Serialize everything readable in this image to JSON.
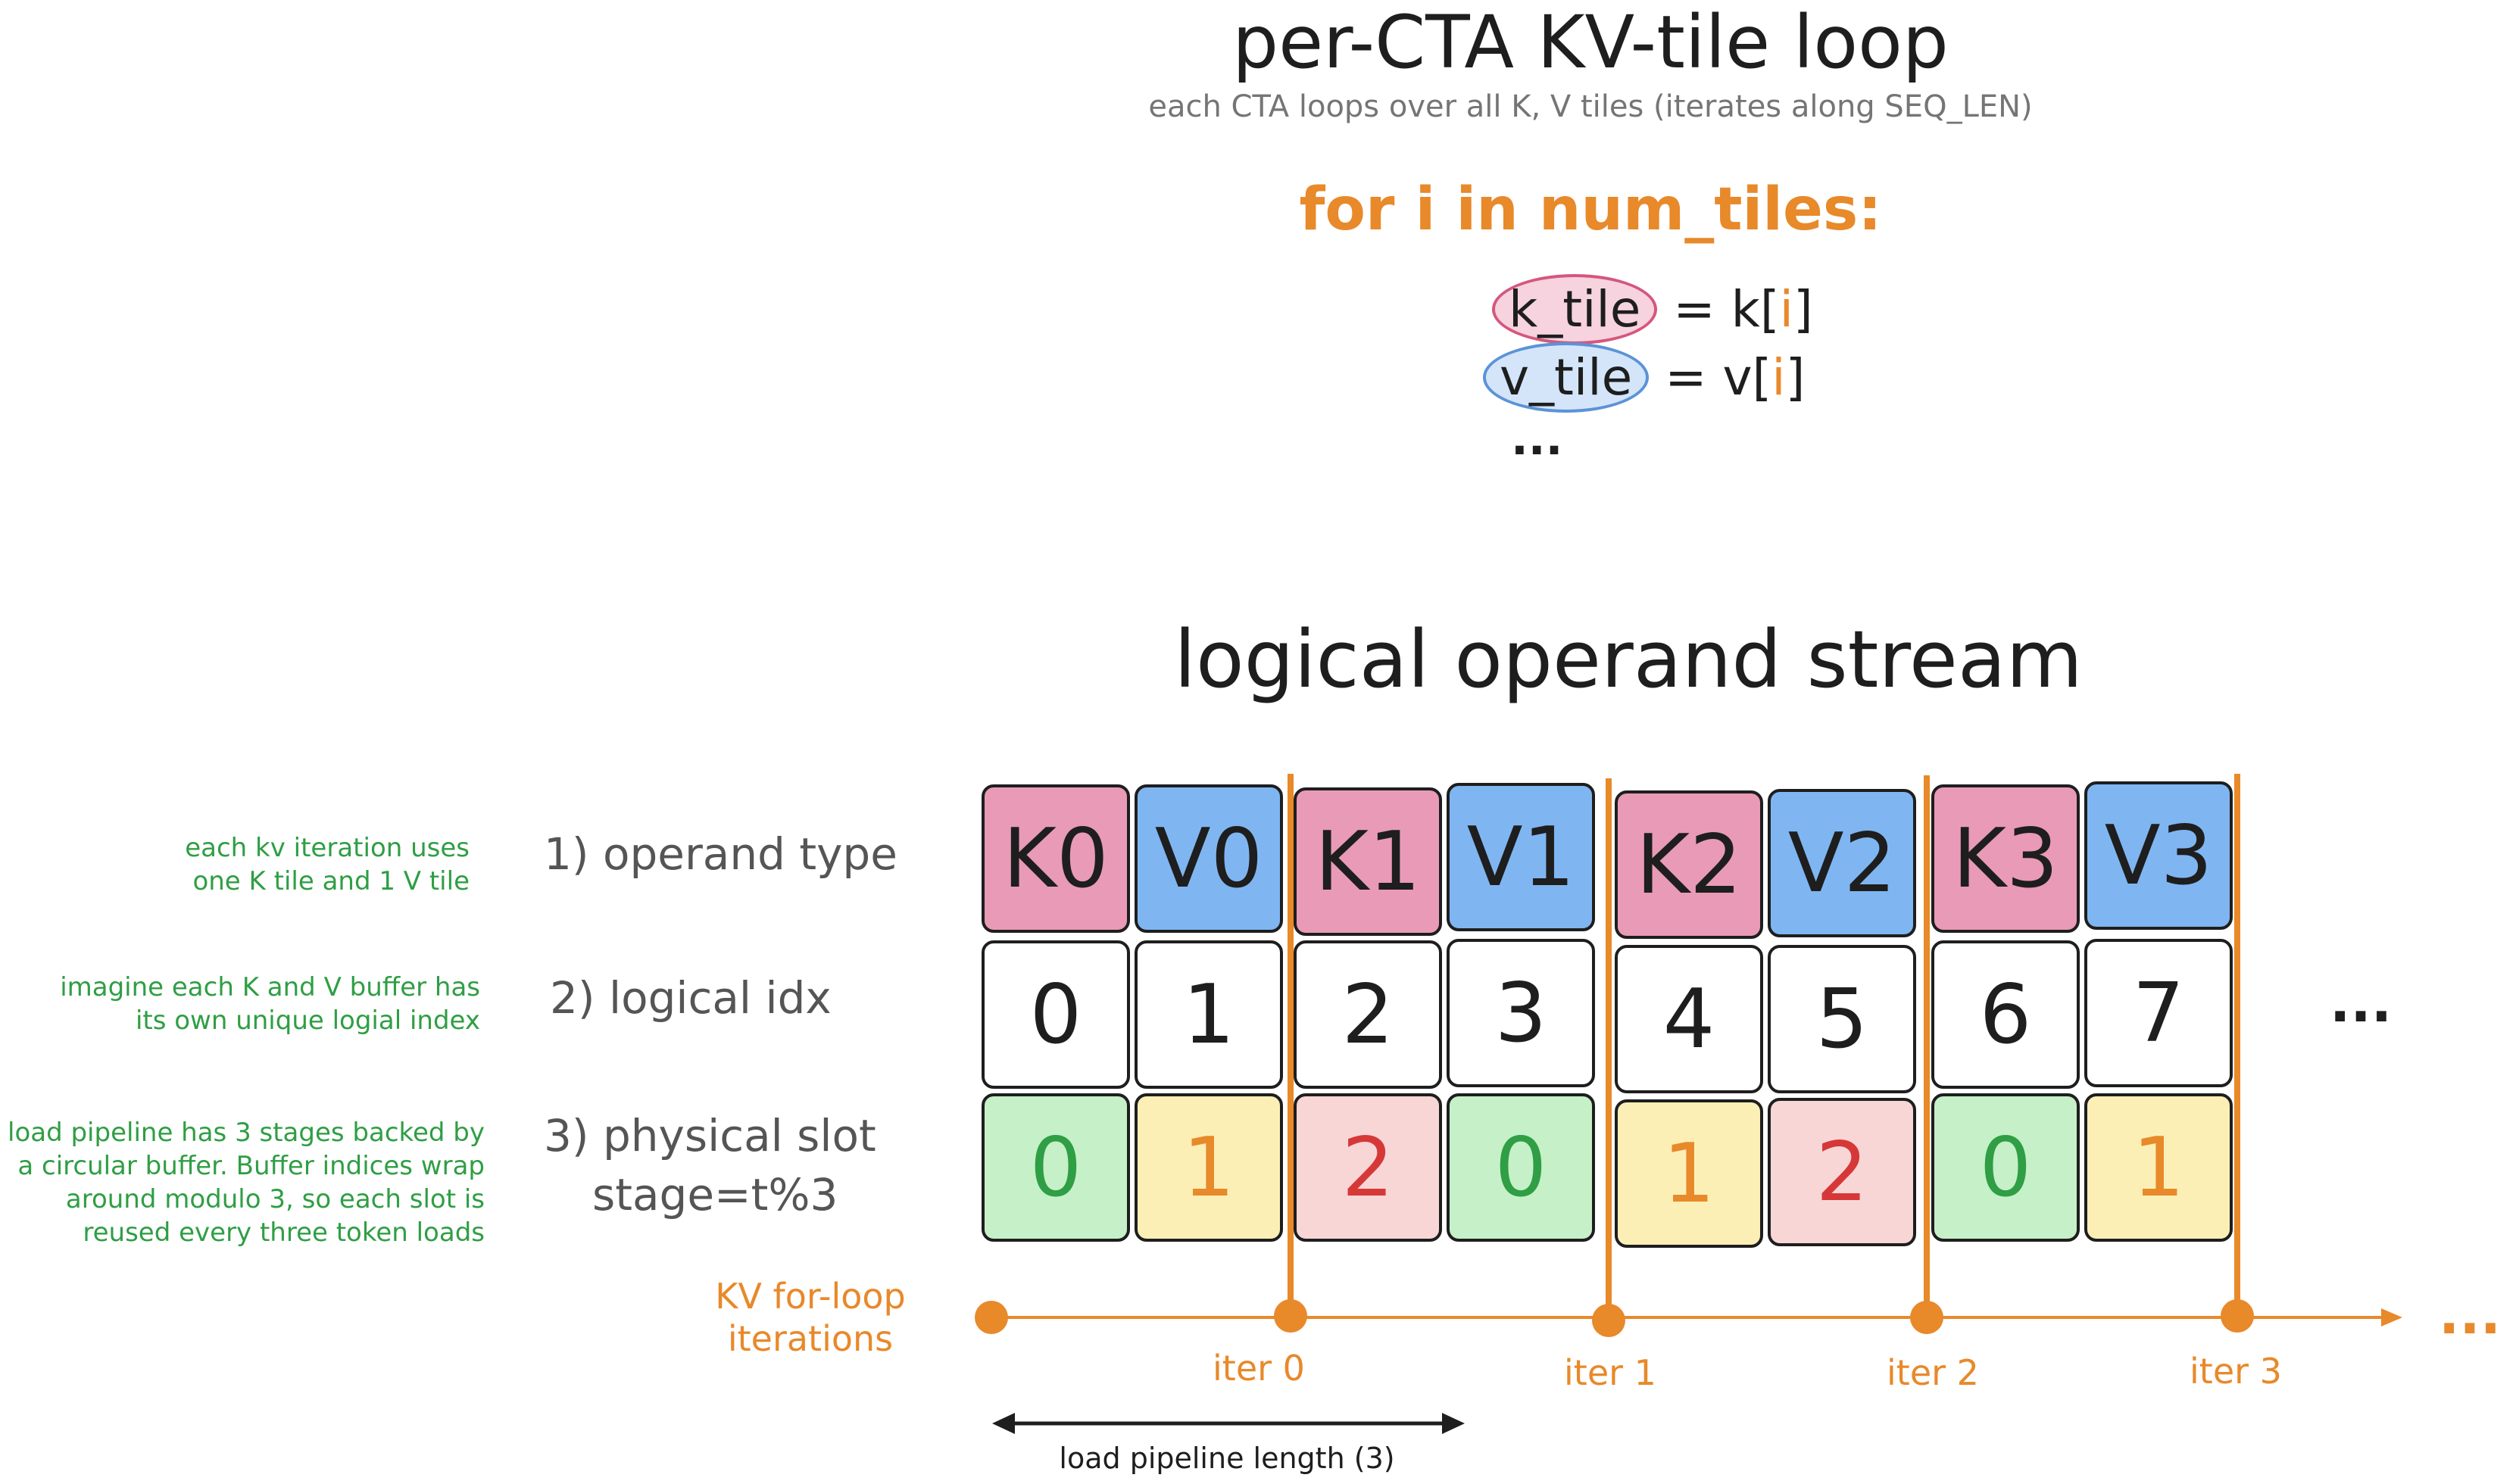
{
  "top": {
    "title": "per-CTA KV-tile loop",
    "subtitle": "each CTA loops over all K, V tiles (iterates along SEQ_LEN)",
    "loop_header": "for i in num_tiles:",
    "k_var": "k_tile",
    "k_rhs": "= k[",
    "v_var": "v_tile",
    "v_rhs": "= v[",
    "index": "i",
    "close": "]",
    "ellipsis": "..."
  },
  "stream": {
    "title": "logical operand stream",
    "rows": {
      "operand_type": "1) operand type",
      "logical_idx": "2) logical idx",
      "physical_slot_l1": "3) physical slot",
      "physical_slot_l2": "stage=t%3"
    },
    "notes": {
      "operand_type": [
        "each kv iteration uses",
        "one K tile and 1 V tile"
      ],
      "logical_idx": [
        "imagine each K and V buffer has",
        "its own unique logial index"
      ],
      "physical_slot": [
        "load pipeline has 3 stages backed by",
        "a circular buffer. Buffer indices wrap",
        "around modulo 3, so each slot is",
        "reused every three token loads"
      ]
    },
    "operands": [
      "K0",
      "V0",
      "K1",
      "V1",
      "K2",
      "V2",
      "K3",
      "V3"
    ],
    "logical_indices": [
      "0",
      "1",
      "2",
      "3",
      "4",
      "5",
      "6",
      "7"
    ],
    "physical_slots": [
      "0",
      "1",
      "2",
      "0",
      "1",
      "2",
      "0",
      "1"
    ],
    "row_ellipsis": "...",
    "colors": {
      "k": "#e99ab6",
      "v": "#7fb6f2",
      "slot0": "#c5f0c8",
      "slot1": "#fcefb6",
      "slot2": "#f8d6d6",
      "accent": "#e8892a",
      "note": "#2f9e44"
    }
  },
  "timeline": {
    "label_l1": "KV for-loop",
    "label_l2": "iterations",
    "iterations": [
      "iter 0",
      "iter 1",
      "iter 2",
      "iter 3"
    ],
    "ellipsis": "...",
    "pipeline_label": "load pipeline length (3)"
  }
}
